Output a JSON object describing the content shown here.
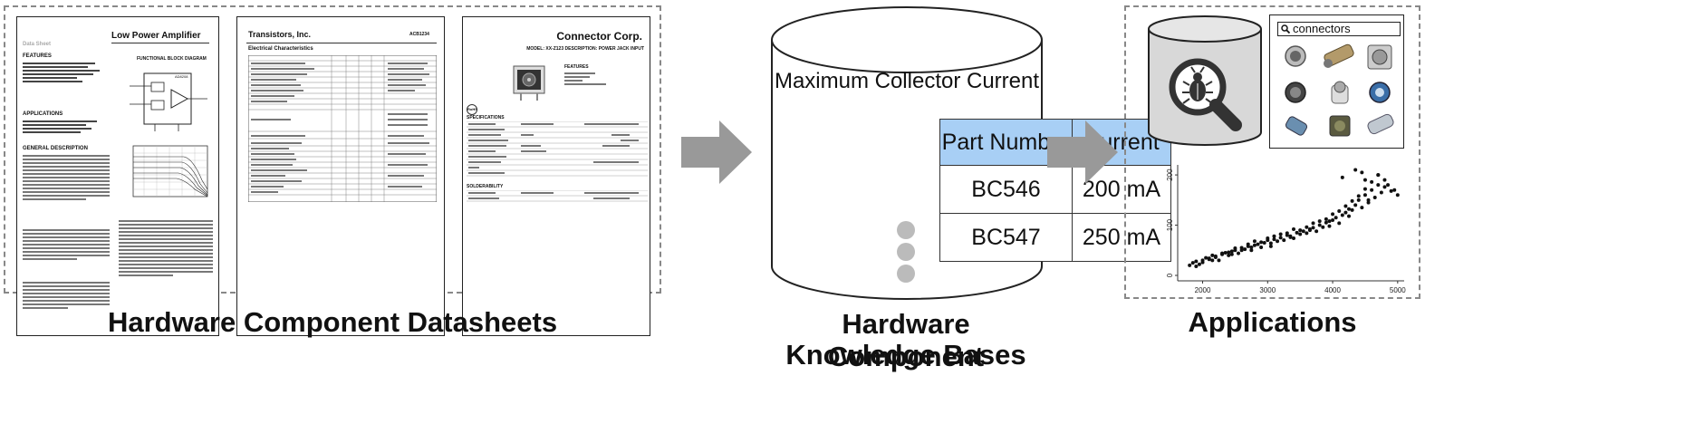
{
  "datasheets": {
    "caption": "Hardware Component Datasheets",
    "doc1": {
      "title": "Low Power Amplifier",
      "subtitle": "Data Sheet",
      "features_heading": "FEATURES",
      "applications_heading": "APPLICATIONS",
      "general_heading": "GENERAL DESCRIPTION",
      "diagram_title": "FUNCTIONAL BLOCK DIAGRAM",
      "chip_label": "AD8208"
    },
    "doc2": {
      "company": "Transistors, Inc.",
      "part": "ACB1234",
      "section": "Electrical Characteristics"
    },
    "doc3": {
      "company": "Connector Corp.",
      "model_line": "MODEL: XX-Z123   DESCRIPTION: POWER JACK INPUT",
      "features_heading": "FEATURES",
      "specs_heading": "SPECIFICATIONS",
      "solder_heading": "SOLDERABILITY",
      "rohs": "RoHS"
    }
  },
  "knowledge_base": {
    "caption_line1": "Hardware Component",
    "caption_line2": "Knowledge Bases",
    "title": "Maximum Collector Current",
    "columns": [
      "Part Number",
      "Current"
    ],
    "rows": [
      {
        "part": "BC546",
        "current": "200 mA"
      },
      {
        "part": "BC547",
        "current": "250 mA"
      }
    ]
  },
  "applications": {
    "caption": "Applications",
    "search_query": "connectors",
    "scatter": {
      "xticks": [
        "2000",
        "3000",
        "4000",
        "5000"
      ],
      "yticks": [
        "0",
        "100",
        "200"
      ]
    }
  },
  "chart_data": {
    "type": "scatter",
    "xlim": [
      1700,
      5100
    ],
    "ylim": [
      0,
      220
    ],
    "xticks": [
      2000,
      3000,
      4000,
      5000
    ],
    "yticks": [
      0,
      100,
      200
    ],
    "x": [
      1800,
      1850,
      1900,
      1950,
      2000,
      2050,
      2100,
      2150,
      2200,
      2250,
      2300,
      2350,
      2400,
      2450,
      2500,
      2550,
      2600,
      2650,
      2700,
      2750,
      2800,
      2850,
      2900,
      2950,
      3000,
      3050,
      3100,
      3150,
      3200,
      3250,
      3300,
      3350,
      3400,
      3450,
      3500,
      3550,
      3600,
      3650,
      3700,
      3750,
      3800,
      3850,
      3900,
      3950,
      4000,
      4050,
      4100,
      4150,
      4200,
      4250,
      4300,
      4350,
      4400,
      4450,
      4500,
      4550,
      4600,
      4650,
      4700,
      4750,
      4800,
      1900,
      2000,
      2100,
      2200,
      2300,
      2400,
      2500,
      2600,
      2700,
      2800,
      2900,
      3000,
      3100,
      3200,
      3300,
      3400,
      3500,
      3600,
      3700,
      3800,
      3900,
      4000,
      4100,
      4200,
      4300,
      4400,
      4500,
      4600,
      4700,
      4800,
      4900,
      5000,
      2150,
      2450,
      2750,
      3050,
      3350,
      3650,
      3950,
      4250,
      4550,
      4150,
      4350,
      4450,
      4500,
      4700,
      4850,
      4950
    ],
    "y": [
      20,
      25,
      28,
      22,
      30,
      35,
      32,
      40,
      38,
      30,
      42,
      45,
      40,
      48,
      50,
      44,
      55,
      52,
      58,
      50,
      60,
      62,
      56,
      65,
      70,
      58,
      72,
      68,
      75,
      70,
      80,
      78,
      74,
      85,
      82,
      88,
      84,
      90,
      95,
      88,
      100,
      96,
      105,
      98,
      110,
      115,
      104,
      120,
      125,
      118,
      130,
      140,
      150,
      135,
      160,
      145,
      170,
      155,
      180,
      165,
      190,
      18,
      26,
      34,
      36,
      44,
      46,
      54,
      50,
      62,
      68,
      66,
      74,
      78,
      82,
      84,
      92,
      90,
      96,
      104,
      108,
      112,
      122,
      128,
      138,
      148,
      158,
      172,
      186,
      200,
      176,
      168,
      160,
      30,
      42,
      56,
      64,
      76,
      92,
      108,
      132,
      150,
      195,
      210,
      205,
      190,
      200,
      180,
      170
    ]
  }
}
